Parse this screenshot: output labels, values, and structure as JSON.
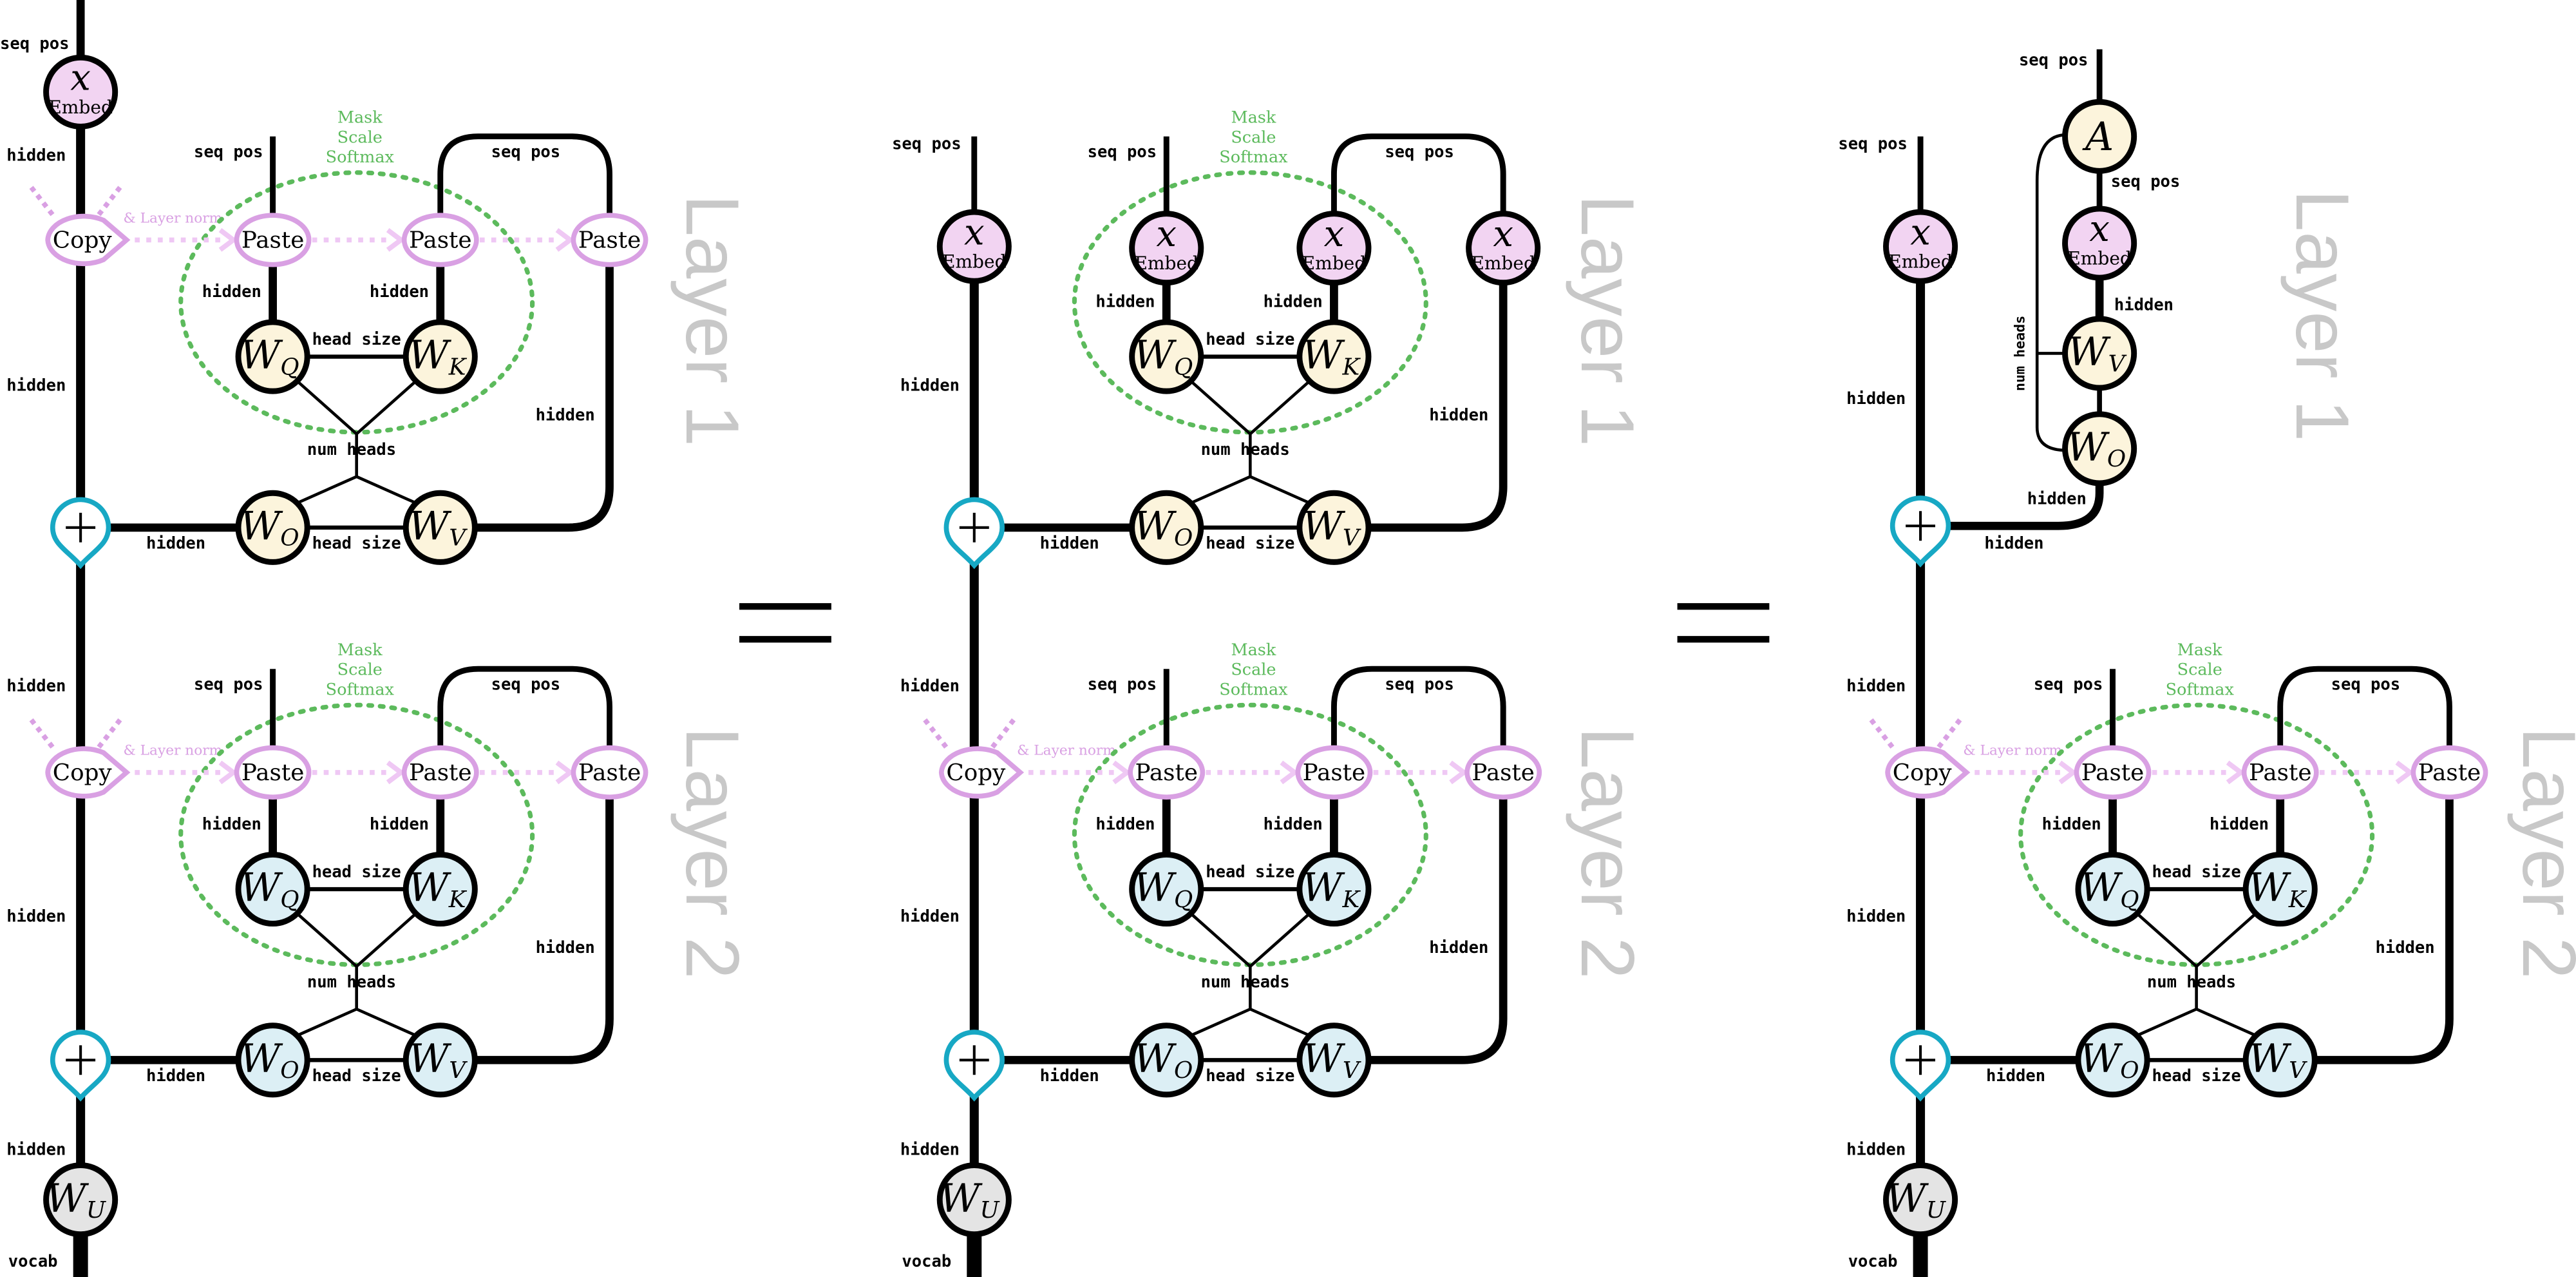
{
  "labels": {
    "seq_pos": "seq pos",
    "hidden": "hidden",
    "head_size": "head size",
    "num_heads": "num heads",
    "vocab": "vocab",
    "copy": "Copy",
    "paste": "Paste",
    "layer_norm": "& Layer norm",
    "mask": "Mask",
    "scale": "Scale",
    "softmax": "Softmax",
    "embed": "Embed",
    "layer1": "Layer 1",
    "layer2": "Layer 2",
    "equals": "="
  },
  "colors": {
    "embed": "#f2d4f2",
    "layer1_weights": "#fcf4dc",
    "layer2_weights": "#dceff5",
    "unembed": "#e4e4e4",
    "copy_paste_outline": "#d9a0e3",
    "residual_add": "#17a8c4",
    "attention_box": "#5cba5c",
    "layer_title": "#c8c8c8"
  },
  "panels": [
    {
      "id": "panel-1",
      "layer1_style": "copy-paste",
      "layer2_style": "copy-paste"
    },
    {
      "id": "panel-2",
      "layer1_style": "embed",
      "layer2_style": "copy-paste"
    },
    {
      "id": "panel-3",
      "layer1_style": "collapsed",
      "layer2_style": "copy-paste"
    }
  ]
}
